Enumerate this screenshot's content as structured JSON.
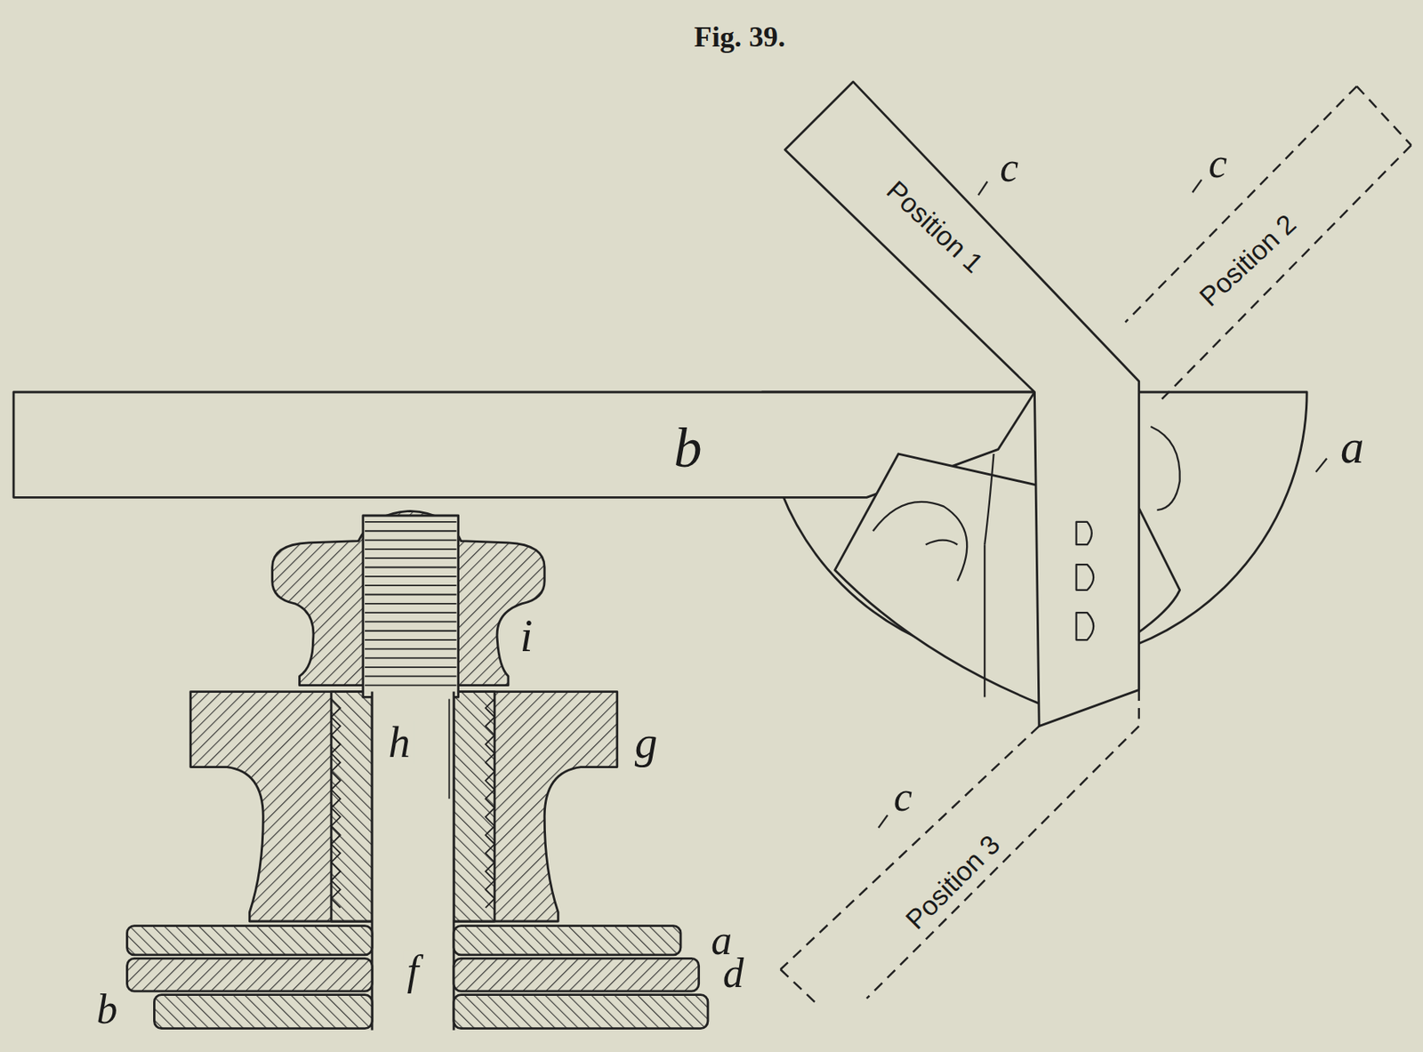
{
  "diagram": {
    "title": "Fig. 39.",
    "labels": [
      "c",
      "Position 1",
      "c",
      "Position 2",
      "b",
      "a",
      "i",
      "h",
      "g",
      "c",
      "Position 3",
      "a",
      "f",
      "d",
      "b"
    ]
  }
}
